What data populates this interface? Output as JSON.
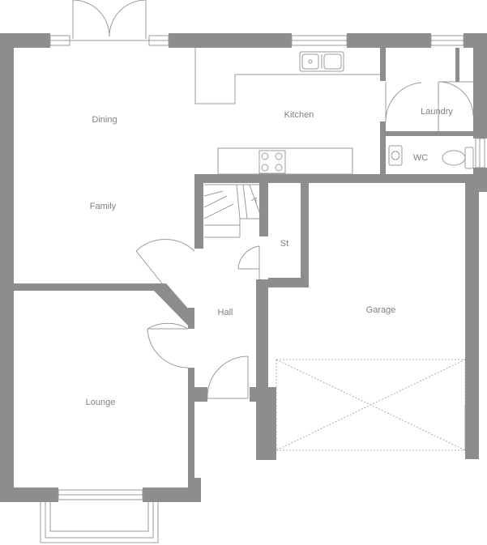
{
  "rooms": {
    "dining": "Dining",
    "kitchen": "Kitchen",
    "laundry": "Laundry",
    "wc": "WC",
    "family": "Family",
    "st": "St",
    "hall": "Hall",
    "garage": "Garage",
    "lounge": "Lounge"
  },
  "colors": {
    "wall": "#8c8d8f",
    "line": "#9a9b9d",
    "label": "#7f8082"
  }
}
